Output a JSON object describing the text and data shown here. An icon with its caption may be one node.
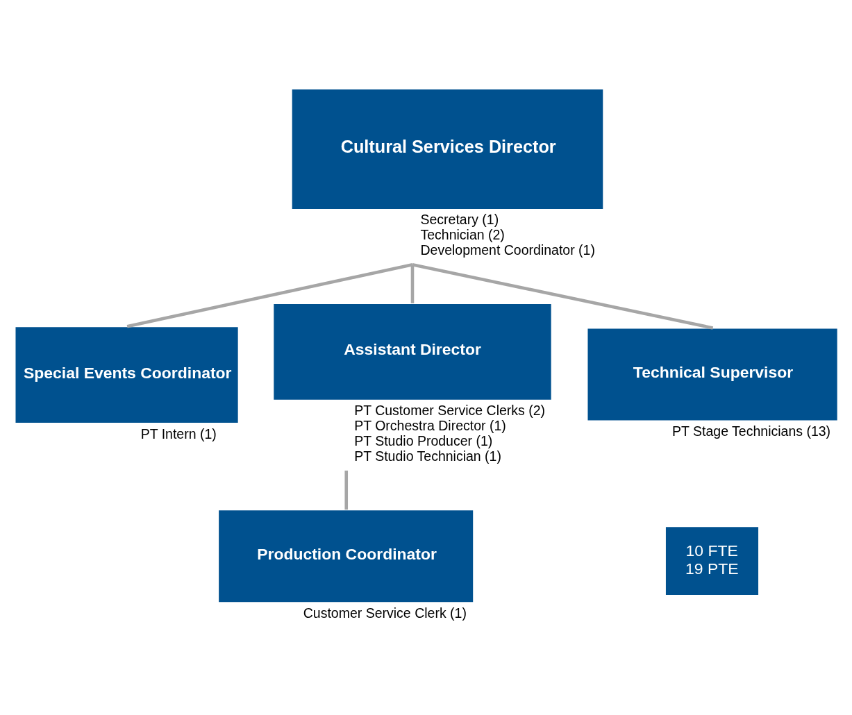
{
  "diagram": {
    "nodes": [
      {
        "text": [
          "Cultural Services Director"
        ],
        "beside": [
          "Secretary (1)",
          "Technician (2)",
          "Development Coordinator (1)"
        ]
      },
      {
        "text": [
          "Special Events Coordinator"
        ],
        "beside": [
          "PT Intern (1)"
        ]
      },
      {
        "text": [
          "Assistant Director"
        ],
        "beside": [
          "PT Customer Service Clerks (2)",
          "PT Orchestra Director (1)",
          "PT Studio Producer (1)",
          "PT Studio Technician (1)"
        ]
      },
      {
        "text": [
          "Technical Supervisor"
        ],
        "beside": [
          "PT Stage Technicians (13)"
        ]
      },
      {
        "text": [
          "Production Coordinator"
        ],
        "beside": [
          "Customer Service Clerk (1)"
        ]
      },
      {
        "text": [
          "10 FTE",
          "19 PTE"
        ]
      }
    ],
    "edges": [
      {
        "from": 0,
        "to": 1,
        "arrow": "none"
      },
      {
        "from": 0,
        "to": 2,
        "arrow": "none"
      },
      {
        "from": 0,
        "to": 3,
        "arrow": "none"
      },
      {
        "from": 2,
        "to": 4,
        "arrow": "none"
      }
    ]
  }
}
